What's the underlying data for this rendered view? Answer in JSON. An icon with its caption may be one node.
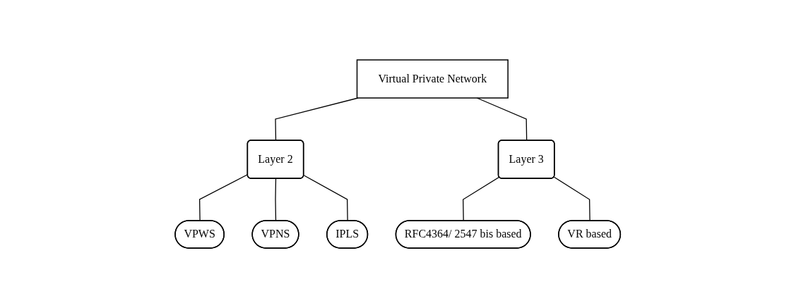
{
  "diagram": {
    "nodes": [
      {
        "text": [
          "Virtual Private Network"
        ]
      },
      {
        "text": [
          "Layer 2"
        ]
      },
      {
        "text": [
          "Layer 3"
        ]
      },
      {
        "text": [
          "VPWS"
        ]
      },
      {
        "text": [
          "VPNS"
        ]
      },
      {
        "text": [
          "IPLS"
        ]
      },
      {
        "text": [
          "RFC4364/ 2547 bis based"
        ]
      },
      {
        "text": [
          "VR based"
        ]
      }
    ],
    "edges": [
      {
        "from": 0,
        "to": 1,
        "arrow": "none"
      },
      {
        "from": 0,
        "to": 2,
        "arrow": "none"
      },
      {
        "from": 1,
        "to": 3,
        "arrow": "none"
      },
      {
        "from": 1,
        "to": 4,
        "arrow": "none"
      },
      {
        "from": 1,
        "to": 5,
        "arrow": "none"
      },
      {
        "from": 2,
        "to": 6,
        "arrow": "none"
      },
      {
        "from": 2,
        "to": 7,
        "arrow": "none"
      }
    ]
  }
}
